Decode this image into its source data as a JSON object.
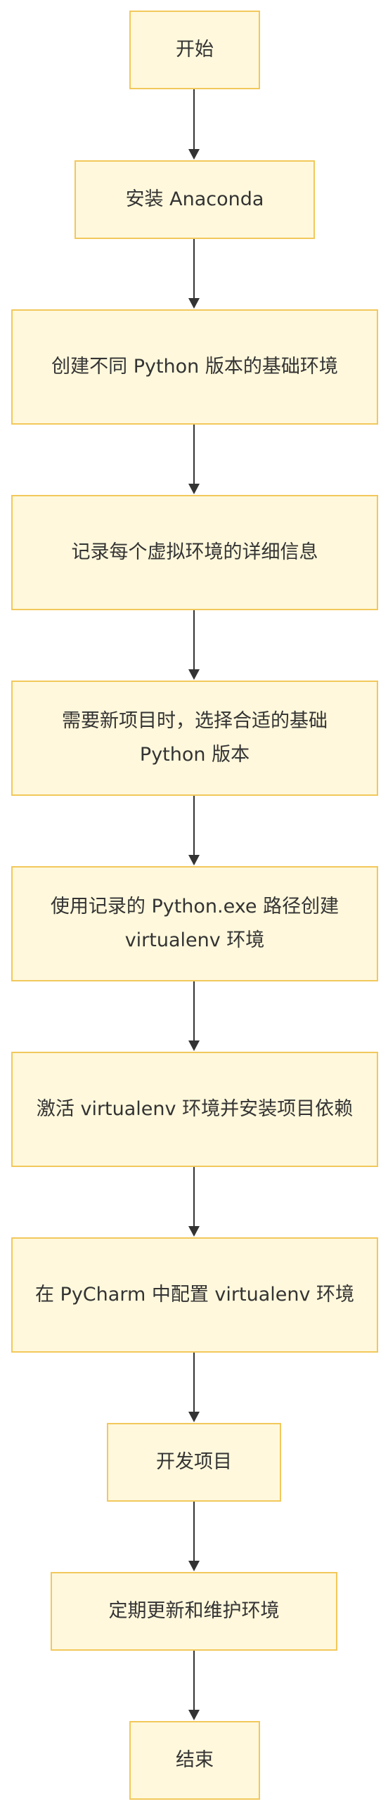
{
  "diagram": {
    "nodes": [
      {
        "label": "开始"
      },
      {
        "label": "安装 Anaconda"
      },
      {
        "label": "创建不同 Python 版本的基础环境"
      },
      {
        "label": "记录每个虚拟环境的详细信息"
      },
      {
        "label": "需要新项目时，选择合适的基础 Python 版本"
      },
      {
        "label": "使用记录的 Python.exe 路径创建 virtualenv 环境"
      },
      {
        "label": "激活 virtualenv 环境并安装项目依赖"
      },
      {
        "label": "在 PyCharm 中配置 virtualenv 环境"
      },
      {
        "label": "开发项目"
      },
      {
        "label": "定期更新和维护环境"
      },
      {
        "label": "结束"
      }
    ],
    "colors": {
      "node_fill": "#fff8dc",
      "node_border": "#f2c85b",
      "text": "#333333",
      "edge": "#333333"
    }
  }
}
